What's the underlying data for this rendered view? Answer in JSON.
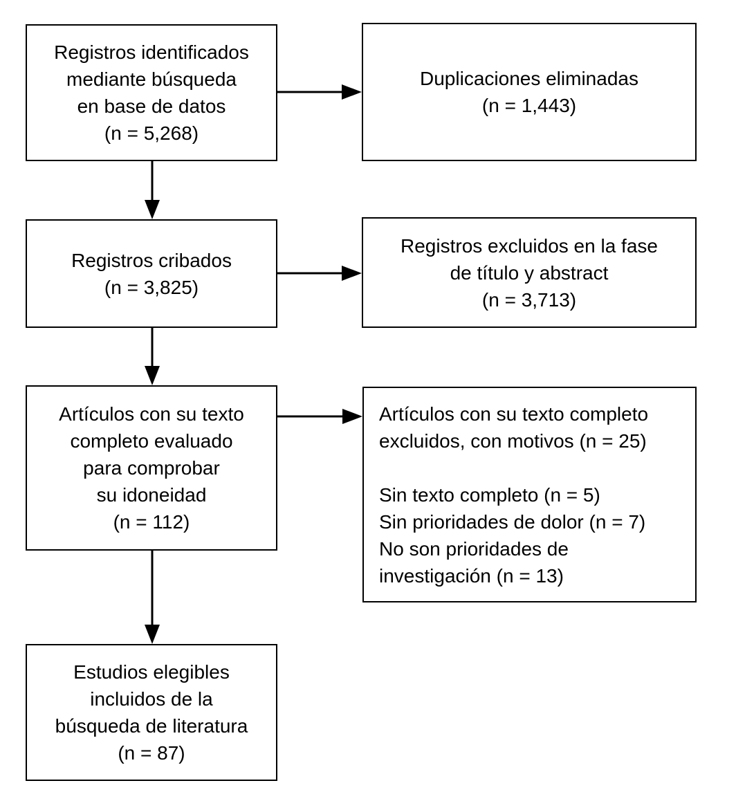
{
  "colors": {
    "border": "#000000",
    "text": "#000000",
    "background": "#ffffff",
    "arrow": "#000000"
  },
  "boxes": {
    "records_identified": {
      "text": "Registros identificados\nmediante búsqueda\nen base de datos\n(n = 5,268)",
      "count": 5268
    },
    "duplicates_removed": {
      "text": "Duplicaciones eliminadas\n(n = 1,443)",
      "count": 1443
    },
    "records_screened": {
      "text": "Registros cribados\n(n = 3,825)",
      "count": 3825
    },
    "records_excluded_title_abstract": {
      "text": "Registros excluidos en la fase\nde título y abstract\n(n = 3,713)",
      "count": 3713
    },
    "fulltext_assessed": {
      "text": "Artículos con su texto\ncompleto evaluado\npara comprobar\nsu idoneidad\n(n = 112)",
      "count": 112
    },
    "fulltext_excluded": {
      "text": "Artículos con su texto completo\nexcluidos, con motivos (n = 25)\n\nSin texto completo (n = 5)\nSin prioridades de dolor (n = 7)\nNo son prioridades de\ninvestigación (n = 13)",
      "count": 25
    },
    "studies_included": {
      "text": "Estudios elegibles\nincluidos de la\nbúsqueda de literatura\n(n = 87)",
      "count": 87
    }
  },
  "edges": [
    {
      "from": "records_identified",
      "to": "duplicates_removed"
    },
    {
      "from": "records_identified",
      "to": "records_screened"
    },
    {
      "from": "records_screened",
      "to": "records_excluded_title_abstract"
    },
    {
      "from": "records_screened",
      "to": "fulltext_assessed"
    },
    {
      "from": "fulltext_assessed",
      "to": "fulltext_excluded"
    },
    {
      "from": "fulltext_assessed",
      "to": "studies_included"
    }
  ]
}
